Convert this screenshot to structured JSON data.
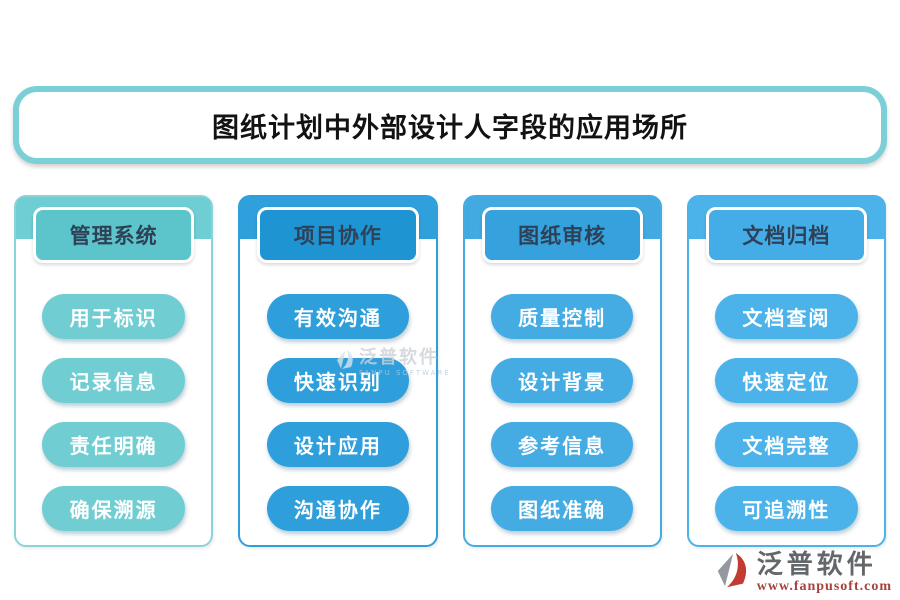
{
  "title": "图纸计划中外部设计人字段的应用场所",
  "columns": [
    {
      "header": "管理系统",
      "items": [
        "用于标识",
        "记录信息",
        "责任明确",
        "确保溯源"
      ],
      "colors": {
        "border": "#8ad4d8",
        "strip": "#6fced3",
        "label": "#5bc5cb",
        "pill": "#70ced3"
      }
    },
    {
      "header": "项目协作",
      "items": [
        "有效沟通",
        "快速识别",
        "设计应用",
        "沟通协作"
      ],
      "colors": {
        "border": "#2f9fdc",
        "strip": "#2fa0db",
        "label": "#1f94d3",
        "pill": "#2f9fdc"
      }
    },
    {
      "header": "图纸审核",
      "items": [
        "质量控制",
        "设计背景",
        "参考信息",
        "图纸准确"
      ],
      "colors": {
        "border": "#44abe3",
        "strip": "#42aae1",
        "label": "#35a2de",
        "pill": "#44abe3"
      }
    },
    {
      "header": "文档归档",
      "items": [
        "文档查阅",
        "快速定位",
        "文档完整",
        "可追溯性"
      ],
      "colors": {
        "border": "#4cb2ea",
        "strip": "#4cb2ea",
        "label": "#44ade7",
        "pill": "#4cb2ea"
      }
    }
  ],
  "watermark_center": {
    "name": "泛普软件",
    "subtext": "FANPU SOFTWARE"
  },
  "brand": {
    "name": "泛普软件",
    "url": "www.fanpusoft.com"
  },
  "accent_colors": {
    "title_border": "#7bd0d7",
    "header_text": "#2e4156",
    "pill_text": "#ffffff"
  }
}
